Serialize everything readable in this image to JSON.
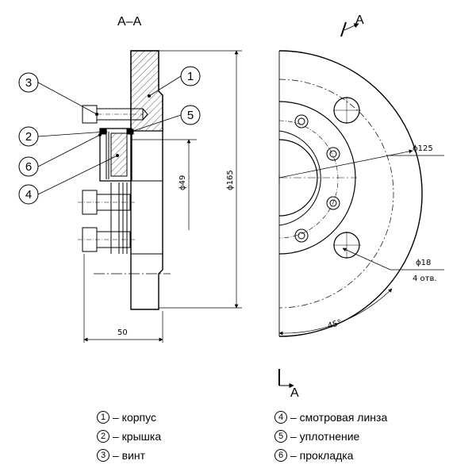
{
  "section": {
    "title": "А–А",
    "view_label_top": "А",
    "view_label_bottom": "А"
  },
  "dimensions": {
    "width_50": "50",
    "dia_49": "ϕ49",
    "dia_165": "ϕ165",
    "dia_125": "ϕ125",
    "dia_18": "ϕ18",
    "holes": "4 отв.",
    "angle": "45°"
  },
  "callouts": [
    "1",
    "2",
    "3",
    "4",
    "5",
    "6"
  ],
  "legend": [
    {
      "num": "1",
      "text": "– корпус"
    },
    {
      "num": "2",
      "text": "– крышка"
    },
    {
      "num": "3",
      "text": "– винт"
    },
    {
      "num": "4",
      "text": "– смотровая линза"
    },
    {
      "num": "5",
      "text": "– уплотнение"
    },
    {
      "num": "6",
      "text": "– прокладка"
    }
  ]
}
